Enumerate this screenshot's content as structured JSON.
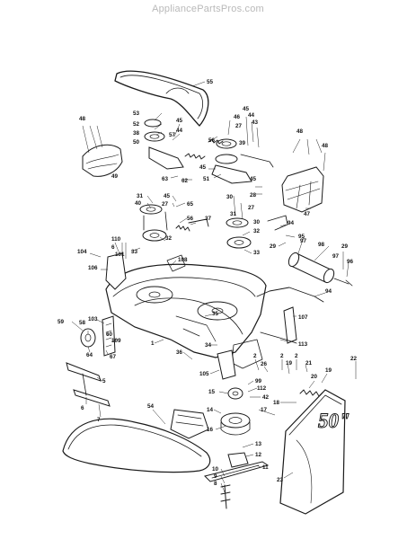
{
  "header": {
    "site": "AppliancePartsPros.com"
  },
  "decal_text": "50\"",
  "labels": [
    {
      "id": "l55",
      "text": "55"
    },
    {
      "id": "l48a",
      "text": "48"
    },
    {
      "id": "l53",
      "text": "53"
    },
    {
      "id": "l52",
      "text": "52"
    },
    {
      "id": "l38",
      "text": "38"
    },
    {
      "id": "l50",
      "text": "50"
    },
    {
      "id": "l57",
      "text": "57"
    },
    {
      "id": "l45a",
      "text": "45"
    },
    {
      "id": "l44a",
      "text": "44"
    },
    {
      "id": "l46",
      "text": "46"
    },
    {
      "id": "l27a",
      "text": "27"
    },
    {
      "id": "l45b",
      "text": "45"
    },
    {
      "id": "l44b",
      "text": "44"
    },
    {
      "id": "l43",
      "text": "43"
    },
    {
      "id": "l56a",
      "text": "56"
    },
    {
      "id": "l39",
      "text": "39"
    },
    {
      "id": "l48b",
      "text": "48"
    },
    {
      "id": "l48c",
      "text": "48"
    },
    {
      "id": "l49",
      "text": "49"
    },
    {
      "id": "l45c",
      "text": "45"
    },
    {
      "id": "l63",
      "text": "63"
    },
    {
      "id": "l62",
      "text": "62"
    },
    {
      "id": "l51",
      "text": "51"
    },
    {
      "id": "l45d",
      "text": "45"
    },
    {
      "id": "l28",
      "text": "28"
    },
    {
      "id": "l27b",
      "text": "27"
    },
    {
      "id": "l47",
      "text": "47"
    },
    {
      "id": "l31",
      "text": "31"
    },
    {
      "id": "l40",
      "text": "40"
    },
    {
      "id": "l45e",
      "text": "45"
    },
    {
      "id": "l27c",
      "text": "27"
    },
    {
      "id": "l65",
      "text": "65"
    },
    {
      "id": "l56b",
      "text": "56"
    },
    {
      "id": "l37",
      "text": "37"
    },
    {
      "id": "l30",
      "text": "30"
    },
    {
      "id": "l31b",
      "text": "31"
    },
    {
      "id": "l30b",
      "text": "30"
    },
    {
      "id": "l32a",
      "text": "32"
    },
    {
      "id": "l32b",
      "text": "32"
    },
    {
      "id": "l94",
      "text": "94"
    },
    {
      "id": "l95",
      "text": "95"
    },
    {
      "id": "l33a",
      "text": "33"
    },
    {
      "id": "l33b",
      "text": "33"
    },
    {
      "id": "l29a",
      "text": "29"
    },
    {
      "id": "l97",
      "text": "97"
    },
    {
      "id": "l98",
      "text": "98"
    },
    {
      "id": "l29b",
      "text": "29"
    },
    {
      "id": "l97b",
      "text": "97"
    },
    {
      "id": "l96",
      "text": "96"
    },
    {
      "id": "l104",
      "text": "104"
    },
    {
      "id": "l110",
      "text": "110"
    },
    {
      "id": "l6a",
      "text": "6"
    },
    {
      "id": "l101",
      "text": "101"
    },
    {
      "id": "l108",
      "text": "108"
    },
    {
      "id": "l106",
      "text": "106"
    },
    {
      "id": "l94b",
      "text": "94"
    },
    {
      "id": "l35",
      "text": "35"
    },
    {
      "id": "l107",
      "text": "107"
    },
    {
      "id": "l59",
      "text": "59"
    },
    {
      "id": "l58",
      "text": "58"
    },
    {
      "id": "l103",
      "text": "103"
    },
    {
      "id": "l60",
      "text": "60"
    },
    {
      "id": "l109",
      "text": "109"
    },
    {
      "id": "l1",
      "text": "1"
    },
    {
      "id": "l34",
      "text": "34"
    },
    {
      "id": "l113",
      "text": "113"
    },
    {
      "id": "l64",
      "text": "64"
    },
    {
      "id": "l67",
      "text": "67"
    },
    {
      "id": "l36",
      "text": "36"
    },
    {
      "id": "l2a",
      "text": "2"
    },
    {
      "id": "l26",
      "text": "26"
    },
    {
      "id": "l2b",
      "text": "2"
    },
    {
      "id": "l19a",
      "text": "19"
    },
    {
      "id": "l2c",
      "text": "2"
    },
    {
      "id": "l21",
      "text": "21"
    },
    {
      "id": "l22",
      "text": "22"
    },
    {
      "id": "l105",
      "text": "105"
    },
    {
      "id": "l99",
      "text": "99"
    },
    {
      "id": "l20",
      "text": "20"
    },
    {
      "id": "l19b",
      "text": "19"
    },
    {
      "id": "l112",
      "text": "112"
    },
    {
      "id": "l42",
      "text": "42"
    },
    {
      "id": "l15",
      "text": "15"
    },
    {
      "id": "l18",
      "text": "18"
    },
    {
      "id": "l5",
      "text": "5"
    },
    {
      "id": "l6b",
      "text": "6"
    },
    {
      "id": "l7",
      "text": "7"
    },
    {
      "id": "l54",
      "text": "54"
    },
    {
      "id": "l14",
      "text": "14"
    },
    {
      "id": "l17",
      "text": "17"
    },
    {
      "id": "l16",
      "text": "16"
    },
    {
      "id": "l13",
      "text": "13"
    },
    {
      "id": "l12",
      "text": "12"
    },
    {
      "id": "l11",
      "text": "11"
    },
    {
      "id": "l10",
      "text": "10"
    },
    {
      "id": "l9",
      "text": "9"
    },
    {
      "id": "l8",
      "text": "8"
    },
    {
      "id": "l23",
      "text": "23"
    }
  ]
}
